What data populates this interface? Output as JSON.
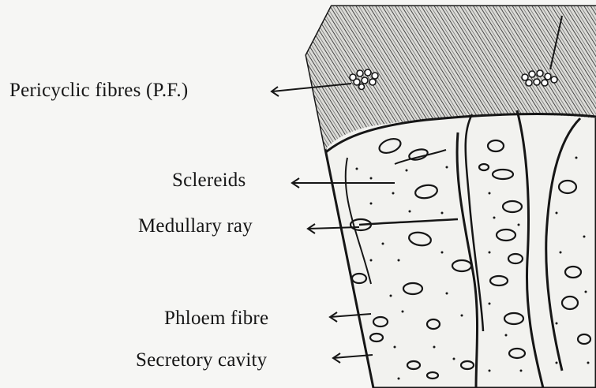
{
  "diagram": {
    "labels": {
      "pericyclic_fibres": "Pericyclic fibres (P.F.)",
      "sclereids": "Sclereids",
      "medullary_ray": "Medullary ray",
      "phloem_fibre": "Phloem fibre",
      "secretory_cavity": "Secretory cavity"
    },
    "colors": {
      "ink": "#161616",
      "paper": "#f6f6f4",
      "tissue_fill": "#f2f2ef"
    }
  }
}
